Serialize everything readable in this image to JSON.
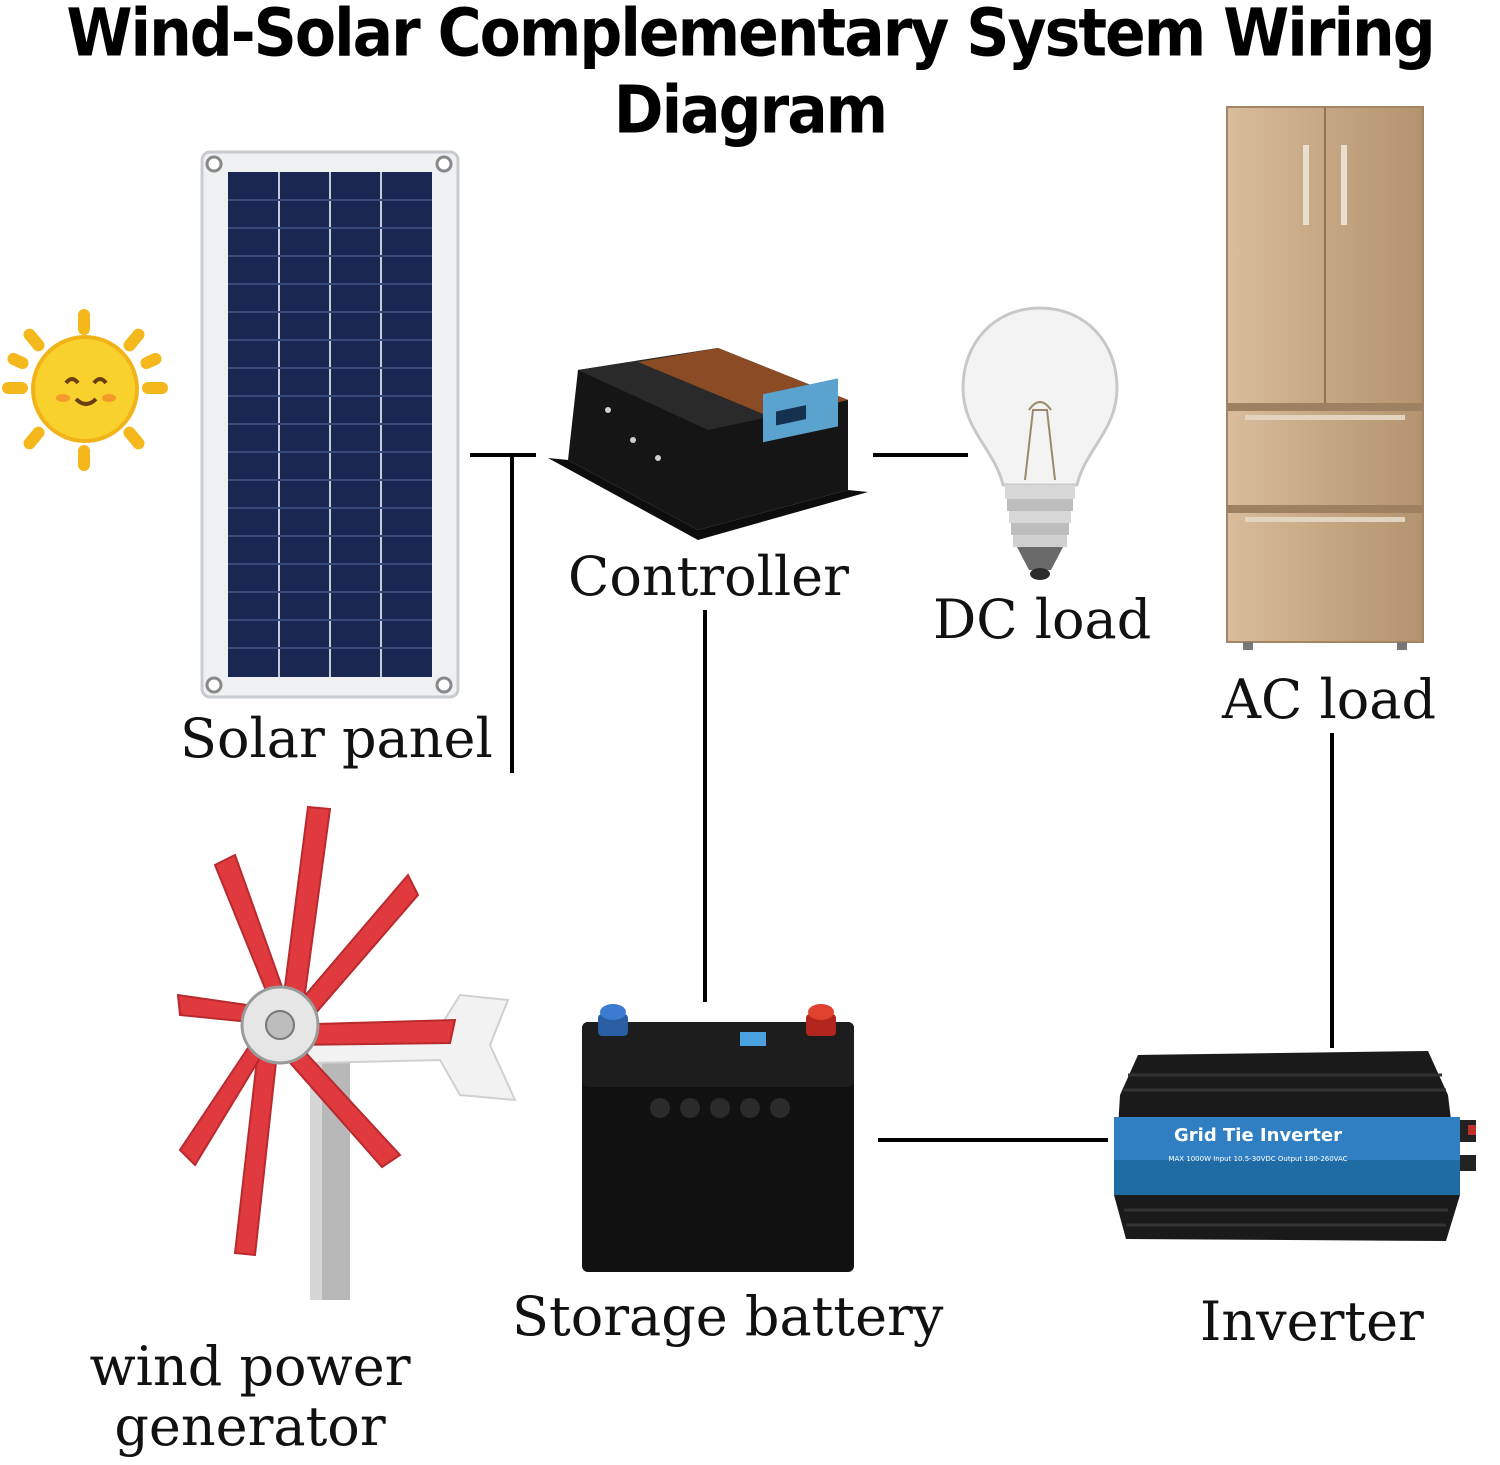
{
  "title": "Wind-Solar Complementary System Wiring Diagram",
  "components": {
    "solar_panel": "Solar panel",
    "controller": "Controller",
    "dc_load": "DC load",
    "ac_load": "AC load",
    "wind_line1": "wind power",
    "wind_line2": "generator",
    "battery": "Storage battery",
    "inverter": "Inverter"
  },
  "inverter_plate": {
    "brand": "Grid Tie Inverter",
    "spec": "MAX 1000W  Input 10.5-30VDC Output 180-260VAC"
  },
  "colors": {
    "sun": "#f7c21e",
    "solar_cell": "#1b2a55",
    "blade": "#e03b3f",
    "fridge": "#c9a987",
    "wire": "#000000"
  }
}
